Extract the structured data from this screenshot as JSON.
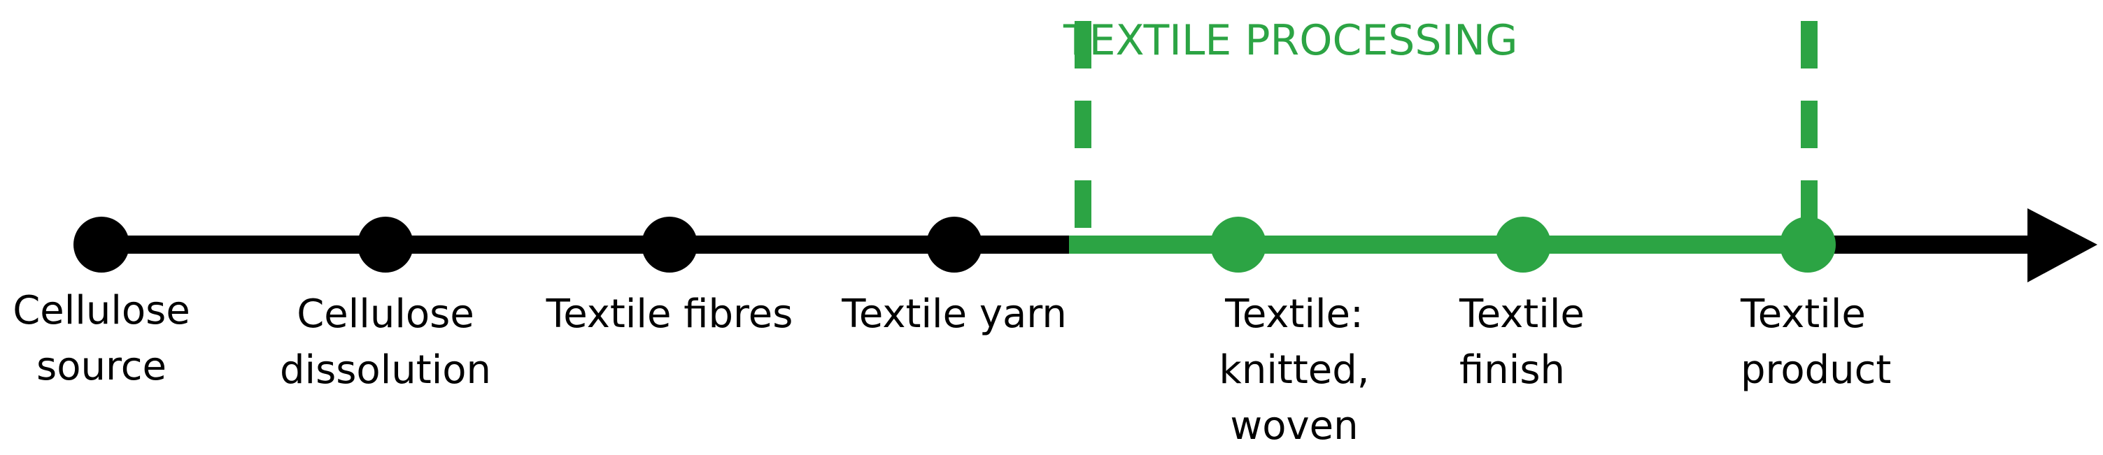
{
  "region": {
    "title": "TEXTILE PROCESSING",
    "color": "#2ca444"
  },
  "timeline": {
    "line_color": "#000000",
    "highlight_color": "#2ca444"
  },
  "stages": [
    {
      "lines": [
        "Cellulose",
        "source"
      ],
      "highlighted": false
    },
    {
      "lines": [
        "Cellulose",
        "dissolution"
      ],
      "highlighted": false
    },
    {
      "lines": [
        "Textile fibres"
      ],
      "highlighted": false
    },
    {
      "lines": [
        "Textile yarn"
      ],
      "highlighted": false
    },
    {
      "lines": [
        "Textile:",
        "knitted,",
        "woven"
      ],
      "highlighted": true
    },
    {
      "lines": [
        "Textile",
        "finish"
      ],
      "highlighted": true
    },
    {
      "lines": [
        "Textile",
        "product"
      ],
      "highlighted": true
    }
  ]
}
